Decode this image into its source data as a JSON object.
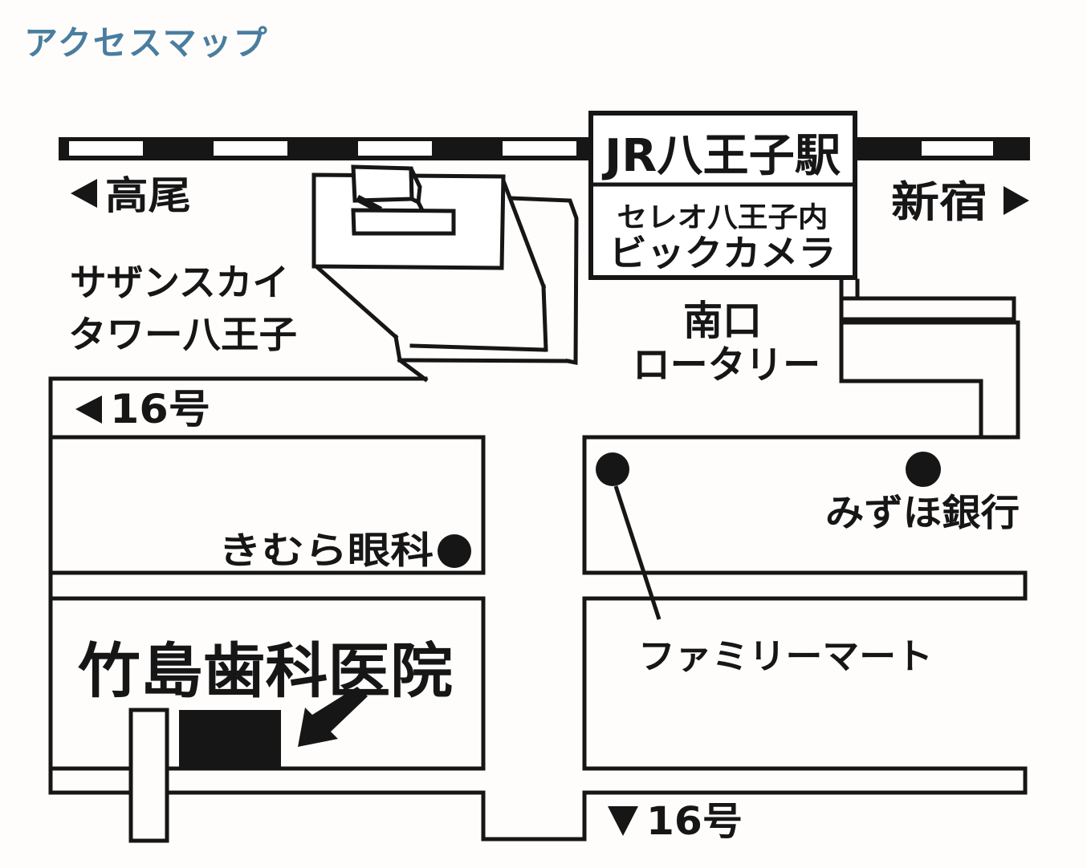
{
  "page": {
    "title": "アクセスマップ"
  },
  "colors": {
    "title": "#4a7d9e",
    "ink": "#161616"
  },
  "station": {
    "name": "JR八王子駅",
    "sub_line1": "セレオ八王子内",
    "sub_line2": "ビックカメラ"
  },
  "directions": {
    "west": "高尾",
    "east": "新宿"
  },
  "roads": {
    "route16_west": "16号",
    "route16_south": "16号"
  },
  "landmarks": {
    "tower_line1": "サザンスカイ",
    "tower_line2": "タワー八王子",
    "rotary_line1": "南口",
    "rotary_line2": "ロータリー",
    "eye_clinic": "きむら眼科",
    "bank": "みずほ銀行",
    "convenience_store": "ファミリーマート",
    "dental_clinic": "竹島歯科医院"
  }
}
